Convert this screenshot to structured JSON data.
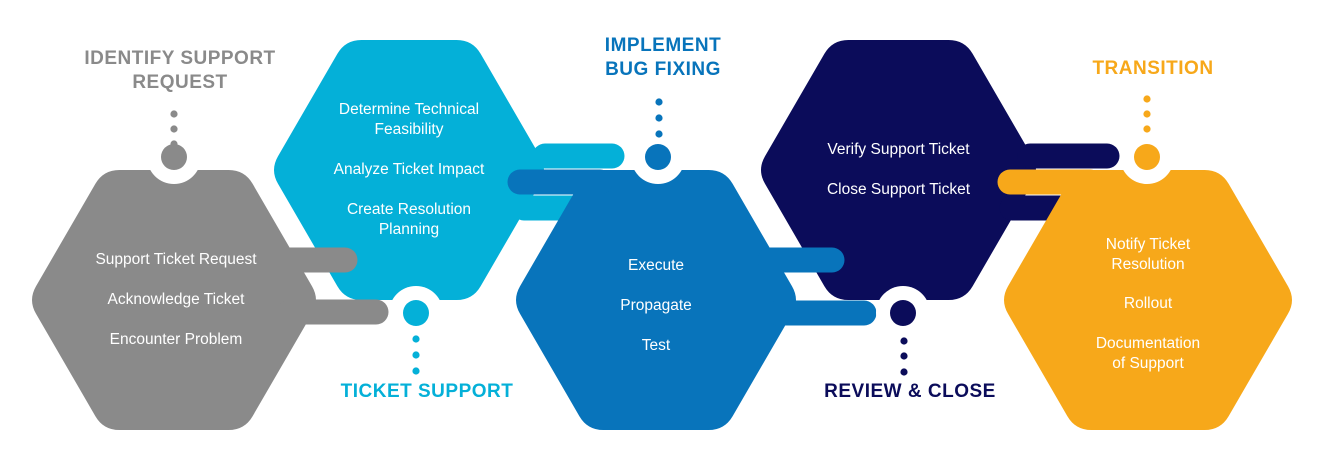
{
  "colors": {
    "gray": "#8a8a8a",
    "cyan": "#04b0d8",
    "blue": "#0874bb",
    "navy": "#0b0c5a",
    "orange": "#f7a81a",
    "white": "#ffffff"
  },
  "stages": [
    {
      "id": "identify",
      "title": [
        "IDENTIFY SUPPORT",
        "REQUEST"
      ],
      "items": [
        [
          "Support Ticket Request"
        ],
        [
          "Acknowledge Ticket"
        ],
        [
          "Encounter Problem"
        ]
      ],
      "color_key": "gray"
    },
    {
      "id": "ticket-support",
      "title": [
        "TICKET SUPPORT"
      ],
      "items": [
        [
          "Determine Technical",
          "Feasibility"
        ],
        [
          "Analyze Ticket Impact"
        ],
        [
          "Create Resolution",
          "Planning"
        ]
      ],
      "color_key": "cyan"
    },
    {
      "id": "implement",
      "title": [
        "IMPLEMENT",
        "BUG FIXING"
      ],
      "items": [
        [
          "Execute"
        ],
        [
          "Propagate"
        ],
        [
          "Test"
        ]
      ],
      "color_key": "blue"
    },
    {
      "id": "review",
      "title": [
        "REVIEW & CLOSE"
      ],
      "items": [
        [
          "Verify Support Ticket"
        ],
        [
          "Close Support Ticket"
        ]
      ],
      "color_key": "navy"
    },
    {
      "id": "transition",
      "title": [
        "TRANSITION"
      ],
      "items": [
        [
          "Notify Ticket",
          "Resolution"
        ],
        [
          "Rollout"
        ],
        [
          "Documentation",
          "of Support"
        ]
      ],
      "color_key": "orange"
    }
  ]
}
